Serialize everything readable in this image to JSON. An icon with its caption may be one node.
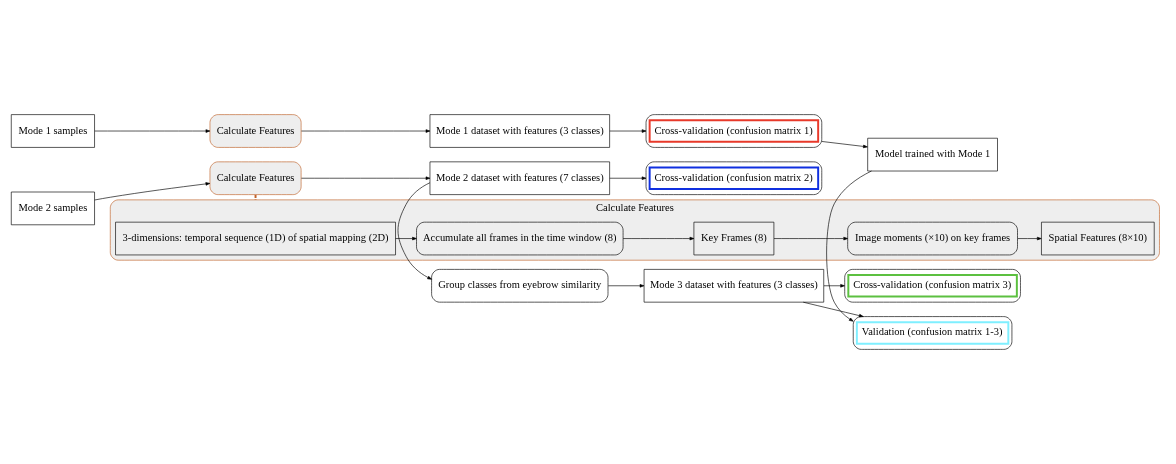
{
  "diagram": {
    "nodes": [
      {
        "text": [
          "Mode 1 samples"
        ]
      },
      {
        "text": [
          "Calculate Features"
        ]
      },
      {
        "text": [
          "Mode 1 dataset with features (3 classes)"
        ]
      },
      {
        "text": [
          "Cross-validation (confusion matrix 1)"
        ]
      },
      {
        "text": [
          "Model trained with Mode 1"
        ]
      },
      {
        "text": [
          "Mode 2 samples"
        ]
      },
      {
        "text": [
          "Calculate Features"
        ]
      },
      {
        "text": [
          "Mode 2 dataset with features (7 classes)"
        ]
      },
      {
        "text": [
          "Cross-validation (confusion matrix 2)"
        ]
      },
      {
        "text": [
          "Validation (confusion matrix 1-3)"
        ]
      },
      {
        "text": [
          "Group classes from eyebrow similarity"
        ]
      },
      {
        "text": [
          "Mode 3 dataset with features (3 classes)"
        ]
      },
      {
        "text": [
          "Cross-validation (confusion matrix 3)"
        ]
      },
      {
        "text": [
          "Calculate Features"
        ]
      },
      {
        "text": [
          "3-dimensions: temporal sequence (1D) of spatial mapping (2D)"
        ],
        "in": 13
      },
      {
        "text": [
          "Accumulate all frames in the time window (8)"
        ],
        "in": 13
      },
      {
        "text": [
          "Key Frames (8)"
        ],
        "in": 13
      },
      {
        "text": [
          "Image moments (×10) on key frames"
        ],
        "in": 13
      },
      {
        "text": [
          "Spatial Features (8×10)"
        ],
        "in": 13
      }
    ],
    "edges": [
      {
        "from": 0,
        "to": 1,
        "arrow": "to"
      },
      {
        "from": 1,
        "to": 2,
        "arrow": "to"
      },
      {
        "from": 2,
        "to": 3,
        "arrow": "to"
      },
      {
        "from": 3,
        "to": 4,
        "arrow": "to"
      },
      {
        "from": 4,
        "to": 9,
        "arrow": "to"
      },
      {
        "from": 5,
        "to": 6,
        "arrow": "to"
      },
      {
        "from": 6,
        "to": 7,
        "arrow": "to"
      },
      {
        "from": 7,
        "to": 8,
        "arrow": "to"
      },
      {
        "from": 7,
        "to": 10,
        "arrow": "to"
      },
      {
        "from": 10,
        "to": 11,
        "arrow": "to"
      },
      {
        "from": 11,
        "to": 9,
        "arrow": "to"
      },
      {
        "from": 11,
        "to": 12,
        "arrow": "to"
      },
      {
        "from": 6,
        "to": 13,
        "arrow": "none",
        "style": "dashed",
        "color": "#c0622a"
      },
      {
        "from": 14,
        "to": 15,
        "arrow": "to"
      },
      {
        "from": 15,
        "to": 16,
        "arrow": "to"
      },
      {
        "from": 16,
        "to": 17,
        "arrow": "to"
      },
      {
        "from": 17,
        "to": 18,
        "arrow": "to"
      }
    ]
  }
}
